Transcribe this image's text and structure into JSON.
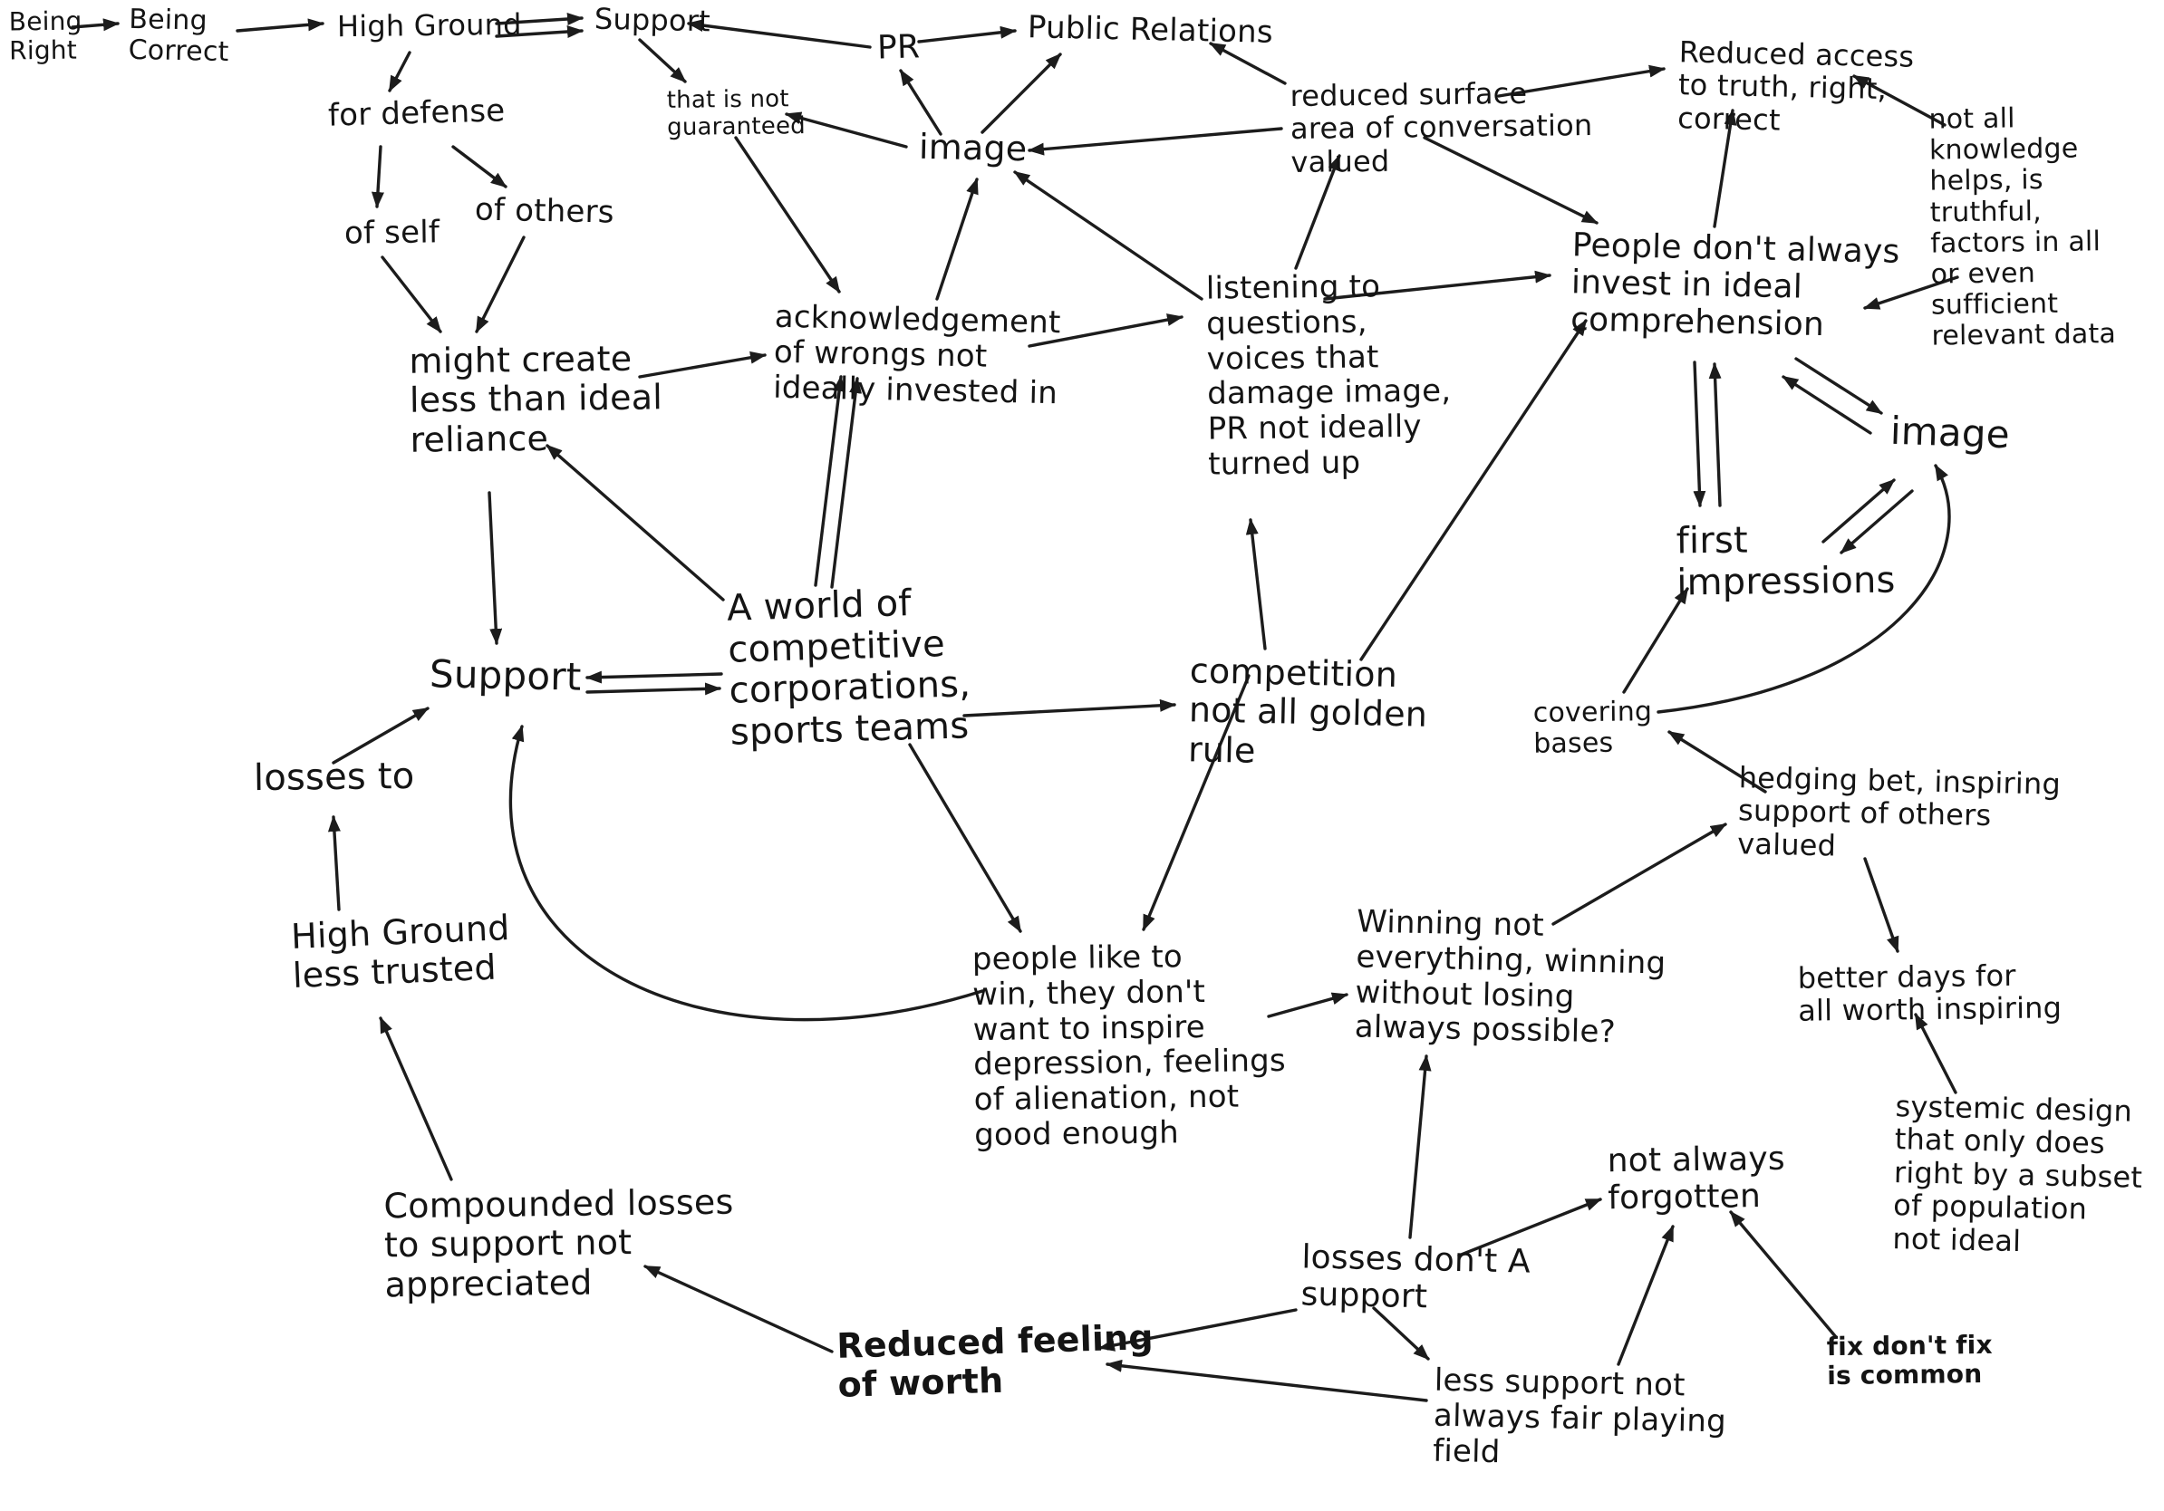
{
  "title": "Hand-drawn concept map about being right, support, image and public relations",
  "nodes": [
    {
      "id": "being-right",
      "label": "Being\nRight"
    },
    {
      "id": "being-correct",
      "label": "Being\nCorrect"
    },
    {
      "id": "high-ground",
      "label": "High Ground"
    },
    {
      "id": "support-top",
      "label": "Support"
    },
    {
      "id": "pr",
      "label": "PR"
    },
    {
      "id": "public-relations",
      "label": "Public Relations"
    },
    {
      "id": "that-is-not-guaranteed",
      "label": "that is not\nguaranteed"
    },
    {
      "id": "image-top",
      "label": "image"
    },
    {
      "id": "reduced-surface",
      "label": "reduced surface\narea of conversation\nvalued"
    },
    {
      "id": "reduced-access",
      "label": "Reduced access\nto truth, right,\ncorrect"
    },
    {
      "id": "not-all-knowledge",
      "label": "not all knowledge\nhelps, is truthful,\nfactors in all\nor even sufficient\nrelevant data"
    },
    {
      "id": "for-defense",
      "label": "for defense"
    },
    {
      "id": "of-self",
      "label": "of self"
    },
    {
      "id": "of-others",
      "label": "of others"
    },
    {
      "id": "might-create",
      "label": "might create\nless than ideal\nreliance"
    },
    {
      "id": "acknowledgement",
      "label": "acknowledgement\nof wrongs not\nideally invested in"
    },
    {
      "id": "listening",
      "label": "listening to\nquestions,\nvoices that\ndamage image,\nPR not ideally\nturned up"
    },
    {
      "id": "people-dont",
      "label": "People don't always\ninvest in ideal\ncomprehension"
    },
    {
      "id": "image-right",
      "label": "image"
    },
    {
      "id": "first-impressions",
      "label": "first\nimpressions"
    },
    {
      "id": "a-world",
      "label": "A world of\ncompetitive\ncorporations,\nsports teams"
    },
    {
      "id": "support-mid",
      "label": "Support"
    },
    {
      "id": "losses-to",
      "label": "losses to"
    },
    {
      "id": "competition",
      "label": "competition\nnot all golden\nrule"
    },
    {
      "id": "covering-bases",
      "label": "covering\nbases"
    },
    {
      "id": "hedging-bet",
      "label": "hedging bet, inspiring\nsupport of others\nvalued"
    },
    {
      "id": "high-ground-less",
      "label": "High Ground\nless trusted"
    },
    {
      "id": "people-like",
      "label": "people like to\nwin, they don't\nwant to inspire\ndepression, feelings\nof alienation, not\ngood enough"
    },
    {
      "id": "winning-not",
      "label": "Winning not\neverything, winning\nwithout losing\nalways possible?"
    },
    {
      "id": "better-days",
      "label": "better days for\nall worth inspiring"
    },
    {
      "id": "systemic-design",
      "label": "systemic design\nthat only does\nright by a subset\nof population\nnot ideal"
    },
    {
      "id": "compounded-losses",
      "label": "Compounded losses\nto support not\nappreciated"
    },
    {
      "id": "losses-dont",
      "label": "losses don't A\nsupport"
    },
    {
      "id": "not-always-forgotten",
      "label": "not always\nforgotten"
    },
    {
      "id": "reduced-feeling",
      "label": "Reduced feeling\nof worth"
    },
    {
      "id": "less-support",
      "label": "less support not\nalways fair playing\nfield"
    },
    {
      "id": "fix-dont-fix",
      "label": "fix don't fix\nis common"
    }
  ],
  "edges": [
    {
      "from": "being-right",
      "to": "being-correct"
    },
    {
      "from": "being-correct",
      "to": "high-ground"
    },
    {
      "from": "high-ground",
      "to": "support-top",
      "double": true
    },
    {
      "from": "pr",
      "to": "support-top"
    },
    {
      "from": "pr",
      "to": "public-relations"
    },
    {
      "from": "image-top",
      "to": "pr"
    },
    {
      "from": "image-top",
      "to": "public-relations"
    },
    {
      "from": "reduced-surface",
      "to": "public-relations"
    },
    {
      "from": "support-top",
      "to": "that-is-not-guaranteed"
    },
    {
      "from": "image-top",
      "to": "that-is-not-guaranteed"
    },
    {
      "from": "reduced-surface",
      "to": "image-top"
    },
    {
      "from": "acknowledgement",
      "to": "image-top"
    },
    {
      "from": "listening",
      "to": "image-top"
    },
    {
      "from": "that-is-not-guaranteed",
      "to": "acknowledgement"
    },
    {
      "from": "high-ground",
      "to": "for-defense"
    },
    {
      "from": "for-defense",
      "to": "of-self"
    },
    {
      "from": "for-defense",
      "to": "of-others"
    },
    {
      "from": "of-self",
      "to": "might-create"
    },
    {
      "from": "of-others",
      "to": "might-create"
    },
    {
      "from": "might-create",
      "to": "acknowledgement"
    },
    {
      "from": "acknowledgement",
      "to": "listening"
    },
    {
      "from": "listening",
      "to": "reduced-surface"
    },
    {
      "from": "listening",
      "to": "people-dont"
    },
    {
      "from": "reduced-surface",
      "to": "reduced-access"
    },
    {
      "from": "reduced-surface",
      "to": "people-dont"
    },
    {
      "from": "people-dont",
      "to": "reduced-access"
    },
    {
      "from": "not-all-knowledge",
      "to": "reduced-access"
    },
    {
      "from": "not-all-knowledge",
      "to": "people-dont"
    },
    {
      "from": "people-dont",
      "to": "image-right",
      "double": true
    },
    {
      "from": "people-dont",
      "to": "first-impressions",
      "double": true
    },
    {
      "from": "first-impressions",
      "to": "image-right",
      "double": true
    },
    {
      "from": "covering-bases",
      "to": "image-right"
    },
    {
      "from": "covering-bases",
      "to": "first-impressions"
    },
    {
      "from": "hedging-bet",
      "to": "covering-bases"
    },
    {
      "from": "competition",
      "to": "people-dont"
    },
    {
      "from": "competition",
      "to": "listening"
    },
    {
      "from": "a-world",
      "to": "competition"
    },
    {
      "from": "a-world",
      "to": "support-mid",
      "double": true
    },
    {
      "from": "a-world",
      "to": "acknowledgement",
      "double": true
    },
    {
      "from": "a-world",
      "to": "might-create"
    },
    {
      "from": "might-create",
      "to": "support-mid"
    },
    {
      "from": "losses-to",
      "to": "support-mid"
    },
    {
      "from": "high-ground-less",
      "to": "losses-to"
    },
    {
      "from": "compounded-losses",
      "to": "high-ground-less"
    },
    {
      "from": "reduced-feeling",
      "to": "compounded-losses"
    },
    {
      "from": "less-support",
      "to": "reduced-feeling"
    },
    {
      "from": "losses-dont",
      "to": "reduced-feeling"
    },
    {
      "from": "losses-dont",
      "to": "not-always-forgotten"
    },
    {
      "from": "losses-dont",
      "to": "winning-not"
    },
    {
      "from": "losses-dont",
      "to": "less-support"
    },
    {
      "from": "fix-dont-fix",
      "to": "not-always-forgotten"
    },
    {
      "from": "less-support",
      "to": "not-always-forgotten"
    },
    {
      "from": "people-like",
      "to": "winning-not"
    },
    {
      "from": "competition",
      "to": "people-like"
    },
    {
      "from": "winning-not",
      "to": "hedging-bet"
    },
    {
      "from": "hedging-bet",
      "to": "better-days"
    },
    {
      "from": "systemic-design",
      "to": "better-days"
    },
    {
      "from": "a-world",
      "to": "people-like"
    },
    {
      "from": "people-like",
      "to": "support-mid"
    }
  ]
}
